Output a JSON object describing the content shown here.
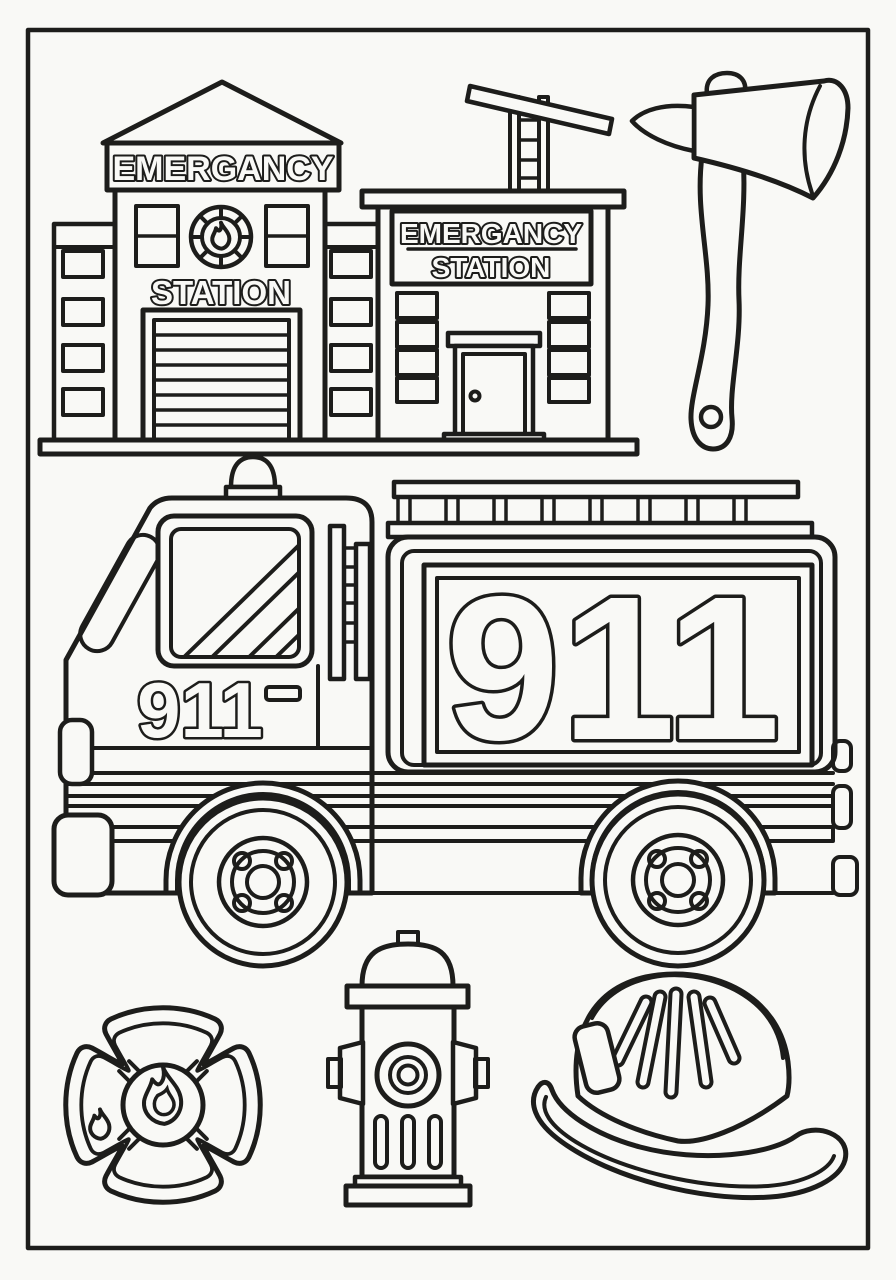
{
  "page": {
    "background": "#f9f9f6",
    "ink": "#1d1d1b"
  },
  "objects": [
    "fire-station-building",
    "emergency-station-building",
    "fire-axe",
    "fire-truck",
    "maltese-cross-badge",
    "fire-hydrant",
    "firefighter-helmet"
  ],
  "station_left": {
    "sign": "EMERGANCY",
    "label": "STATION"
  },
  "station_right": {
    "sign_line1": "EMERGANCY",
    "sign_line2": "STATION"
  },
  "fire_truck": {
    "cab_number": "911",
    "body_number": "911"
  }
}
